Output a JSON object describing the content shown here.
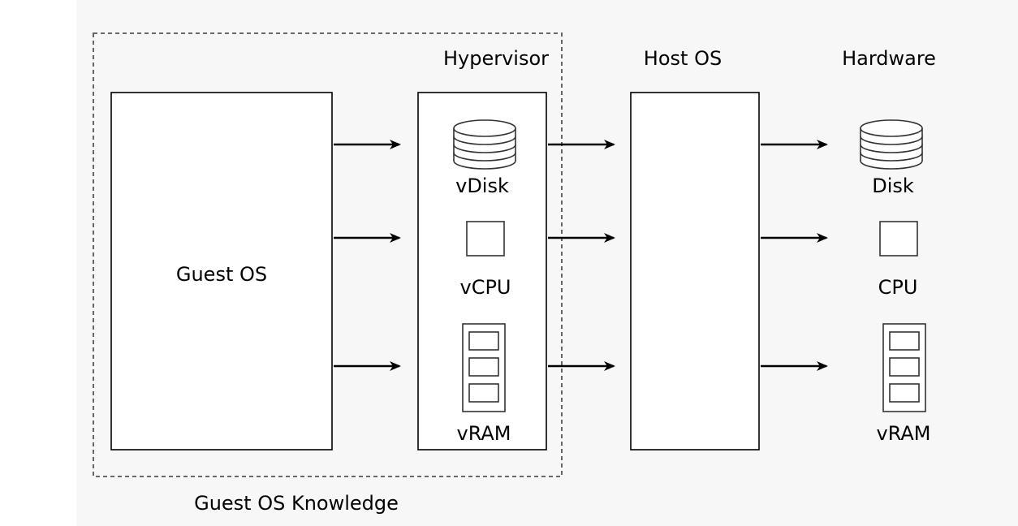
{
  "labels": {
    "hypervisor": "Hypervisor",
    "host_os": "Host OS",
    "hardware": "Hardware",
    "guest_os": "Guest OS",
    "guest_os_knowledge": "Guest OS Knowledge"
  },
  "hypervisor_items": {
    "disk": "vDisk",
    "cpu": "vCPU",
    "ram": "vRAM"
  },
  "hardware_items": {
    "disk": "Disk",
    "cpu": "CPU",
    "ram": "vRAM"
  },
  "icons": {
    "disk": "disk-stack-icon",
    "cpu": "cpu-square-icon",
    "ram": "ram-module-icon"
  },
  "colors": {
    "line": "#000000",
    "dashed_border": "#555555",
    "backdrop": "#f7f7f7"
  }
}
